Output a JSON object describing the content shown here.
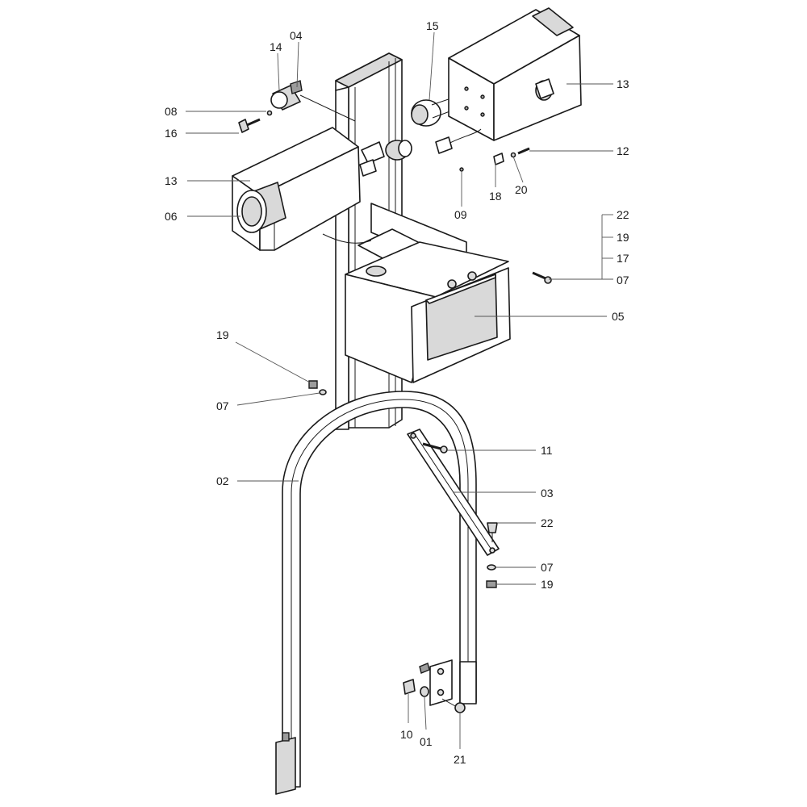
{
  "callouts": [
    {
      "id": "c04a",
      "text": "04"
    },
    {
      "id": "c14",
      "text": "14"
    },
    {
      "id": "c15",
      "text": "15"
    },
    {
      "id": "c13a",
      "text": "13"
    },
    {
      "id": "c08",
      "text": "08"
    },
    {
      "id": "c16",
      "text": "16"
    },
    {
      "id": "c12",
      "text": "12"
    },
    {
      "id": "c13b",
      "text": "13"
    },
    {
      "id": "c18",
      "text": "18"
    },
    {
      "id": "c20",
      "text": "20"
    },
    {
      "id": "c06",
      "text": "06"
    },
    {
      "id": "c09",
      "text": "09"
    },
    {
      "id": "c22a",
      "text": "22"
    },
    {
      "id": "c19a",
      "text": "19"
    },
    {
      "id": "c17",
      "text": "17"
    },
    {
      "id": "c07a",
      "text": "07"
    },
    {
      "id": "c05",
      "text": "05"
    },
    {
      "id": "c19b",
      "text": "19"
    },
    {
      "id": "c07b",
      "text": "07"
    },
    {
      "id": "c11",
      "text": "11"
    },
    {
      "id": "c02",
      "text": "02"
    },
    {
      "id": "c03",
      "text": "03"
    },
    {
      "id": "c22b",
      "text": "22"
    },
    {
      "id": "c07c",
      "text": "07"
    },
    {
      "id": "c19c",
      "text": "19"
    },
    {
      "id": "c10",
      "text": "10"
    },
    {
      "id": "c01",
      "text": "01"
    },
    {
      "id": "c21",
      "text": "21"
    }
  ]
}
